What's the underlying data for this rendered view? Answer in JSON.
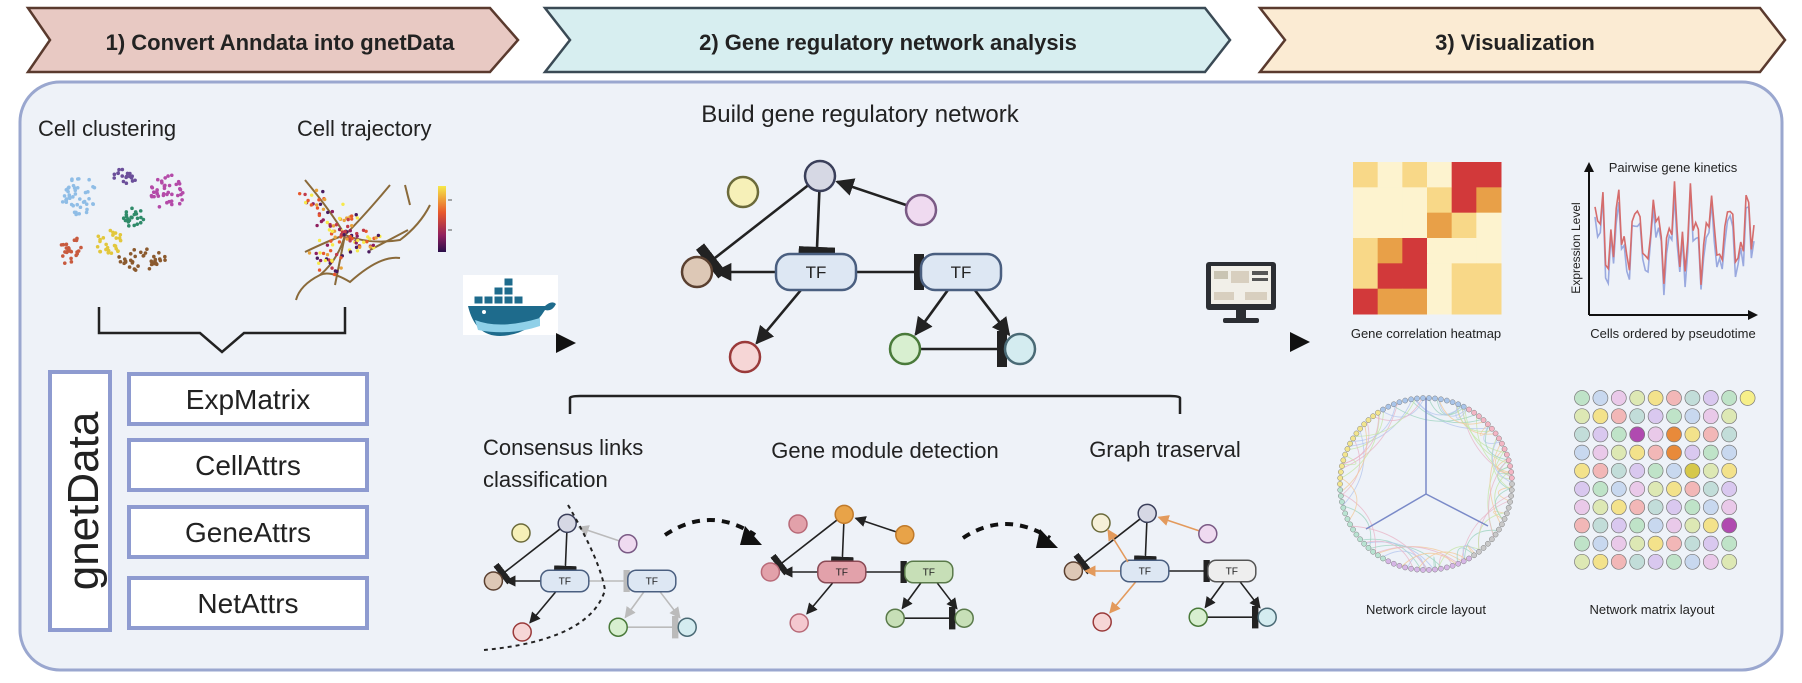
{
  "steps": [
    {
      "label": "1) Convert Anndata into gnetData",
      "color": "#e8c9c3"
    },
    {
      "label": "2) Gene regulatory network analysis",
      "color": "#d7eef0"
    },
    {
      "label": "3) Visualization",
      "color": "#fbebd3"
    }
  ],
  "section1": {
    "cell_clustering": "Cell clustering",
    "cell_trajectory": "Cell trajectory",
    "gnetdata_title": "gnetData",
    "attrs": [
      "ExpMatrix",
      "CellAttrs",
      "GeneAttrs",
      "NetAttrs"
    ]
  },
  "section2": {
    "build_title": "Build gene regulatory network",
    "tf_label": "TF",
    "consensus_line1": "Consensus links",
    "consensus_line2": "classification",
    "module_detection": "Gene module detection",
    "graph_traversal": "Graph traserval"
  },
  "section3": {
    "heatmap_caption": "Gene correlation heatmap",
    "kinetics_title": "Pairwise gene kinetics",
    "kinetics_xlabel": "Cells ordered by pseudotime",
    "kinetics_ylabel": "Expression Level",
    "circle_caption": "Network circle layout",
    "matrix_caption": "Network matrix layout"
  },
  "colors": {
    "panel_bg": "#eef2f8",
    "panel_border": "#9aa7cf",
    "attr_border": "#8e9bd0",
    "tf_fill": "#dde7f3",
    "tf_stroke": "#4a5f80"
  }
}
